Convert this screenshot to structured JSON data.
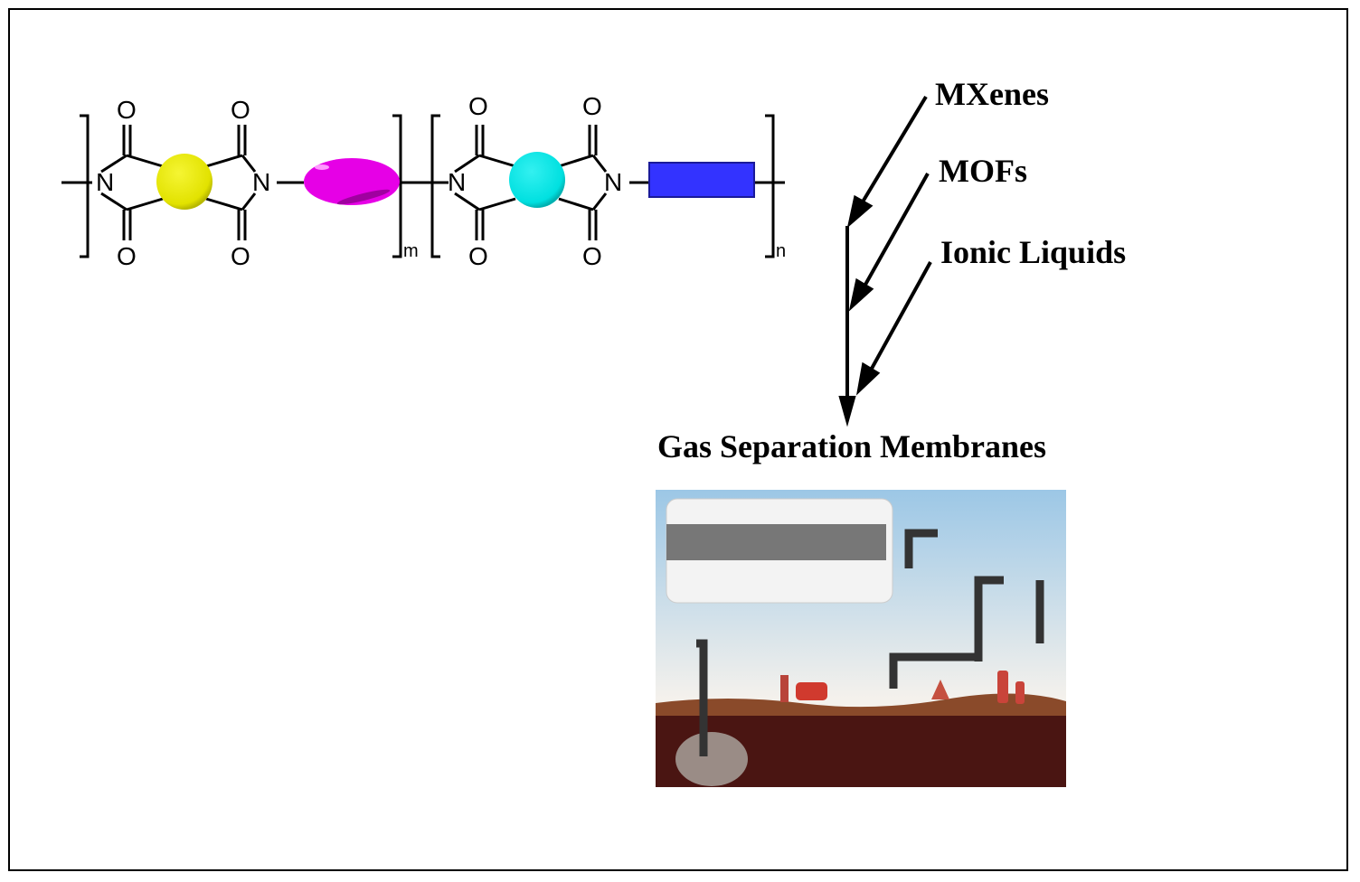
{
  "figure": {
    "polymer": {
      "atoms": {
        "nitrogen": "N",
        "oxygen": "O"
      },
      "subscripts": {
        "block1": "m",
        "block2": "n"
      },
      "block1": {
        "core_color": "#e5e500",
        "linker_color": "#e600e6",
        "linker_shape": "ellipse"
      },
      "block2": {
        "core_color": "#00e0e0",
        "linker_color": "#3333ff",
        "linker_shape": "rectangle"
      }
    },
    "fillers": [
      {
        "label": "MXenes"
      },
      {
        "label": "MOFs"
      },
      {
        "label": "Ionic Liquids"
      }
    ],
    "target": {
      "label": "Gas Separation Membranes"
    },
    "illustration": {
      "description": "Gas separation membrane process illustration: membrane cross-section, pipelines, vehicle, flask, gas cylinders, underground gas reservoir"
    }
  }
}
